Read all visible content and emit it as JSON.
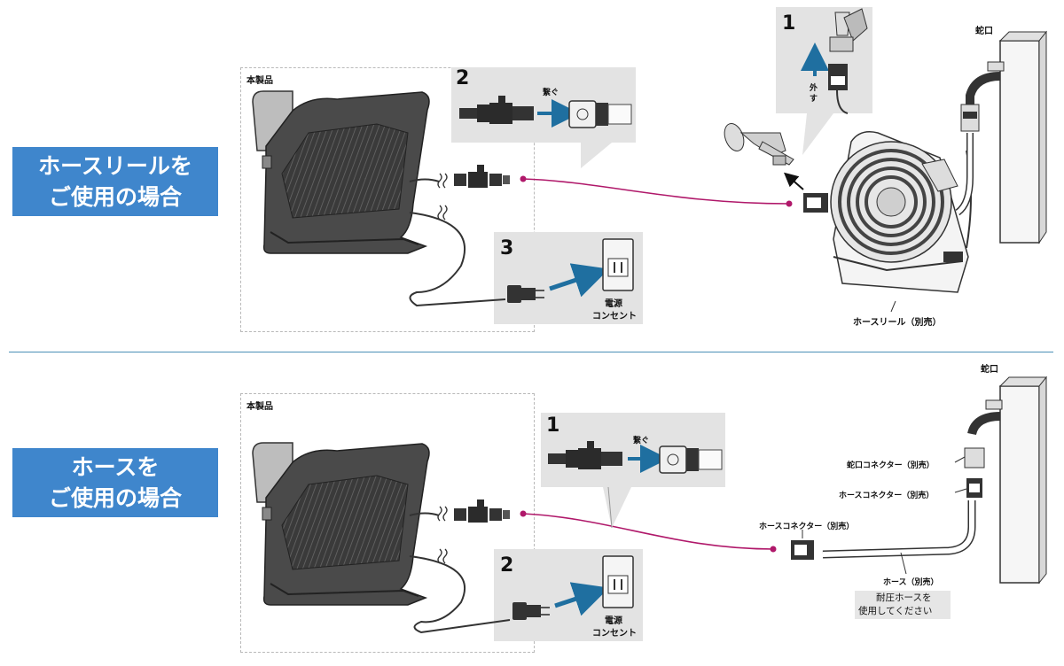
{
  "section1": {
    "badge_line1": "ホースリールを",
    "badge_line2": "ご使用の場合",
    "product_label": "本製品",
    "step1_num": "1",
    "step1_text_a": "外",
    "step1_text_b": "す",
    "step2_num": "2",
    "step2_text": "繋ぐ",
    "step3_num": "3",
    "outlet_line1": "電源",
    "outlet_line2": "コンセント",
    "faucet_label": "蛇口",
    "reel_label": "ホースリール（別売）"
  },
  "section2": {
    "badge_line1": "ホースを",
    "badge_line2": "ご使用の場合",
    "product_label": "本製品",
    "step1_num": "1",
    "step1_text": "繋ぐ",
    "step2_num": "2",
    "outlet_line1": "電源",
    "outlet_line2": "コンセント",
    "faucet_label": "蛇口",
    "faucet_connector_label": "蛇口コネクター（別売）",
    "hose_connector_label_right": "ホースコネクター（別売）",
    "hose_connector_label_left": "ホースコネクター（別売）",
    "hose_label": "ホース（別売）",
    "note_line1": "耐圧ホースを",
    "note_line2": "使用してください"
  },
  "colors": {
    "badge_blue": "#3f86cc",
    "magenta_line": "#b0186a",
    "arrow_blue": "#1f6fa0",
    "panel_gray": "#e3e3e3",
    "divider": "#4a8fb6"
  }
}
